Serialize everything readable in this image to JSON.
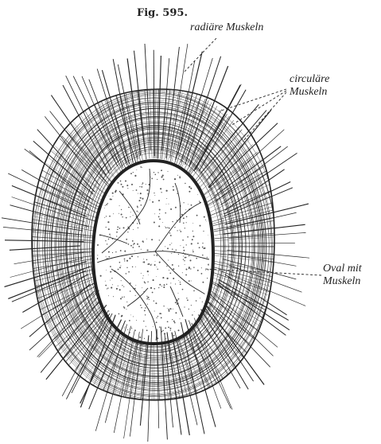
{
  "figure": {
    "number_label": "Fig. 595.",
    "labels": {
      "radial_muscles": "radiäre Muskeln",
      "circular_muscles_line1": "circuläre",
      "circular_muscles_line2": "Muskeln",
      "oval_line1": "Oval mit",
      "oval_line2": "Muskeln"
    }
  },
  "colors": {
    "ink": "#222222",
    "paper": "#ffffff",
    "stipple": "#555555"
  }
}
